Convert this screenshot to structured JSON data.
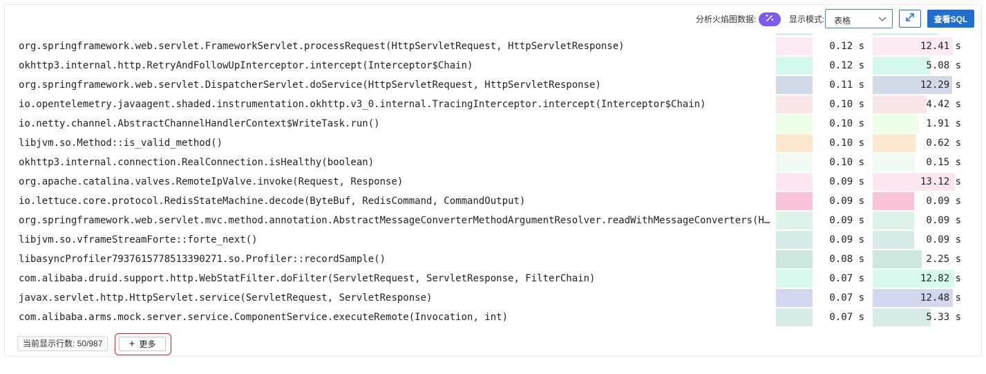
{
  "toolbar": {
    "analyze_label": "分析火焰图数据:",
    "analyze_icon": "magic-wand-icon",
    "mode_label": "显示模式:",
    "mode_value": "表格",
    "expand_icon": "expand-arrows-icon",
    "sql_label": "查看SQL",
    "accent": "#1f6fd1",
    "toggle_color": "#7c5cf0"
  },
  "rows": [
    {
      "name": "org.springframework.web.servlet.FrameworkServlet.processRequest(HttpServletRequest, HttpServletResponse)",
      "self": "0.12 s",
      "total": "12.41 s",
      "color": "#fde9f3",
      "fill": 0.83
    },
    {
      "name": "okhttp3.internal.http.RetryAndFollowUpInterceptor.intercept(Interceptor$Chain)",
      "self": "0.12 s",
      "total": "5.08 s",
      "color": "#d4f8ee",
      "fill": 0.59
    },
    {
      "name": "org.springframework.web.servlet.DispatcherServlet.doService(HttpServletRequest, HttpServletResponse)",
      "self": "0.11 s",
      "total": "12.29 s",
      "color": "#cfdae6",
      "fill": 0.82
    },
    {
      "name": "io.opentelemetry.javaagent.shaded.instrumentation.okhttp.v3_0.internal.TracingInterceptor.intercept(Interceptor$Chain)",
      "self": "0.10 s",
      "total": "4.42 s",
      "color": "#f9e7e8",
      "fill": 0.56
    },
    {
      "name": "io.netty.channel.AbstractChannelHandlerContext$WriteTask.run()",
      "self": "0.10 s",
      "total": "1.91 s",
      "color": "#ecfde6",
      "fill": 0.48
    },
    {
      "name": "libjvm.so.Method::is_valid_method()",
      "self": "0.10 s",
      "total": "0.62 s",
      "color": "#fce8cc",
      "fill": 0.44
    },
    {
      "name": "okhttp3.internal.connection.RealConnection.isHealthy(boolean)",
      "self": "0.10 s",
      "total": "0.15 s",
      "color": "#eefaf0",
      "fill": 0.43
    },
    {
      "name": "org.apache.catalina.valves.RemoteIpValve.invoke(Request, Response)",
      "self": "0.09 s",
      "total": "13.12 s",
      "color": "#fde6f2",
      "fill": 0.85
    },
    {
      "name": "io.lettuce.core.protocol.RedisStateMachine.decode(ByteBuf, RedisCommand, CommandOutput)",
      "self": "0.09 s",
      "total": "0.09 s",
      "color": "#f8c2da",
      "fill": 0.43
    },
    {
      "name": "org.springframework.web.servlet.mvc.method.annotation.AbstractMessageConverterMethodArgumentResolver.readWithMessageConverters(HttpInputMessage, MethodParameter, Type)",
      "self": "0.09 s",
      "total": "0.09 s",
      "color": "#def4e8",
      "fill": 0.43
    },
    {
      "name": "libjvm.so.vframeStreamForte::forte_next()",
      "self": "0.09 s",
      "total": "0.09 s",
      "color": "#d6ebe8",
      "fill": 0.43
    },
    {
      "name": "libasyncProfiler7937615778513390271.so.Profiler::recordSample()",
      "self": "0.08 s",
      "total": "2.25 s",
      "color": "#cde7dc",
      "fill": 0.51
    },
    {
      "name": "com.alibaba.druid.support.http.WebStatFilter.doFilter(ServletRequest, ServletResponse, FilterChain)",
      "self": "0.07 s",
      "total": "12.82 s",
      "color": "#d6faee",
      "fill": 0.84
    },
    {
      "name": "javax.servlet.http.HttpServlet.service(ServletRequest, ServletResponse)",
      "self": "0.07 s",
      "total": "12.48 s",
      "color": "#d2d6ee",
      "fill": 0.83
    },
    {
      "name": "com.alibaba.arms.mock.server.service.ComponentService.executeRemote(Invocation, int)",
      "self": "0.07 s",
      "total": "5.33 s",
      "color": "#d6eae8",
      "fill": 0.6
    }
  ],
  "footer": {
    "count_text": "当前显示行数: 50/987",
    "more_label": "更多",
    "more_icon": "plus-icon",
    "highlight_color": "#e02020"
  }
}
